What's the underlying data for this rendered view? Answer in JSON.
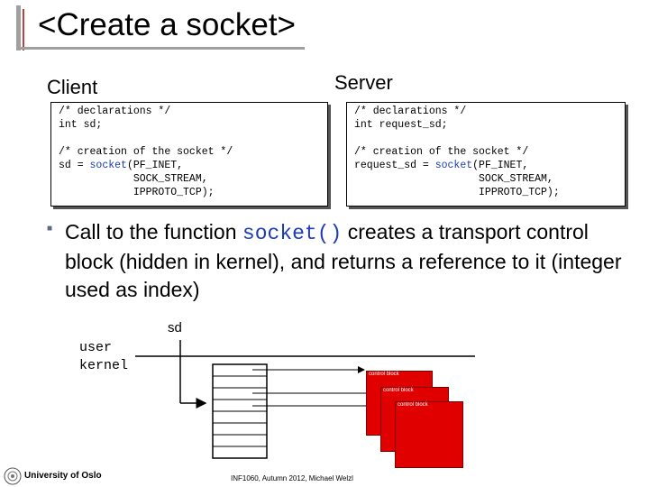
{
  "title": "<Create a socket>",
  "client": {
    "label": "Client",
    "code": [
      "/* declarations */",
      "int sd;",
      "",
      "/* creation of the socket */",
      "sd = socket(PF_INET,",
      "            SOCK_STREAM,",
      "            IPPROTO_TCP);"
    ]
  },
  "server": {
    "label": "Server",
    "code": [
      "/* declarations */",
      "int request_sd;",
      "",
      "/* creation of the socket */",
      "request_sd = socket(PF_INET,",
      "                    SOCK_STREAM,",
      "                    IPPROTO_TCP);"
    ]
  },
  "bullet": {
    "before": "Call to the function ",
    "code": "socket()",
    "after": " creates a transport  control block (hidden in kernel), and returns a reference to it (integer used as index)"
  },
  "diagram": {
    "sd_label": "sd",
    "user_label": "user",
    "kernel_label": "kernel",
    "control_block_label": "control block",
    "control_block_color": "#e00000"
  },
  "footer": {
    "university": "University of Oslo",
    "course": "INF1060,  Autumn 2012,  Michael Welzl"
  }
}
